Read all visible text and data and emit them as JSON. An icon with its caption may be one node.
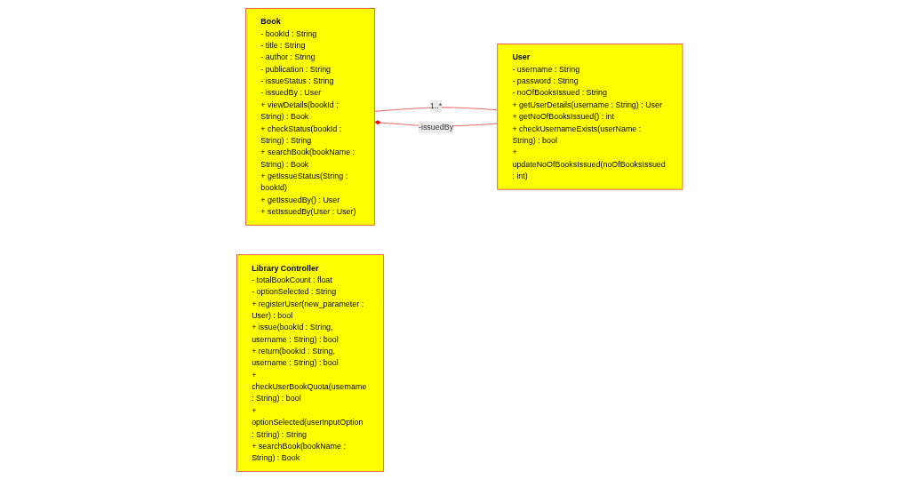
{
  "diagram": {
    "nodes": [
      {
        "text": [
          "Book",
          "- bookId : String",
          "- title : String",
          "- author : String",
          "- publication : String",
          "- issueStatus : String",
          "- issuedBy : User",
          "+ viewDetails(bookId : String) : Book",
          "+ checkStatus(bookId : String) : String",
          "+ searchBook(bookName : String) : Book",
          "+ getIssueStatus(String : bookId)",
          "+ getIssuedBy() : User",
          "+ setIssuedBy(User : User)"
        ]
      },
      {
        "text": [
          "User",
          "- username : String",
          "- password : String",
          "- noOfBooksIssued : String",
          "+ getUserDetails(username : String) : User",
          "+ getNoOfBooksIssued() : int",
          "+ checkUsernameExists(userName : String) : bool",
          "+ updateNoOfBooksIssued(noOfBooksIssued : int)"
        ]
      },
      {
        "text": [
          "Library Controller",
          "- totalBookCount : float",
          "- optionSelected : String",
          "+ registerUser(new_parameter : User) : bool",
          "+ issue(bookId : String, username : String) : bool",
          "+ return(bookId : String, username : String) : bool",
          "+ checkUserBookQuota(username : String) : bool",
          "+ optionSelected(userInputOption : String) : String",
          "+ searchBook(bookName : String) : Book"
        ]
      }
    ],
    "edges": [
      {
        "from": 0,
        "to": 1,
        "arrow": "none",
        "label": "1..*"
      },
      {
        "from": 1,
        "to": 0,
        "arrow": "other",
        "label": "-issuedBy"
      }
    ]
  }
}
